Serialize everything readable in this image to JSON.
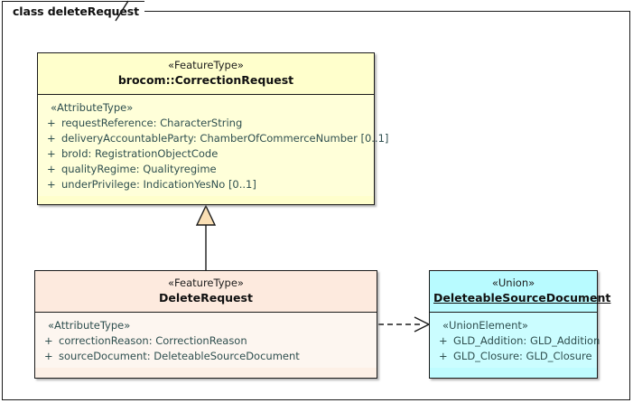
{
  "diagram": {
    "tab_label": "class deleteRequest",
    "colors": {
      "border": "#1a1a1a",
      "feature_type_yellow": "#ffffcc",
      "feature_type_peach": "#fdf0e6",
      "union_cyan": "#bffcff",
      "generalization_fill": "#fadfb4",
      "attribute_text": "#2f4f4f"
    }
  },
  "classes": {
    "correction_request": {
      "stereotype": "«FeatureType»",
      "name": "brocom::CorrectionRequest",
      "compartment_stereotype": "«AttributeType»",
      "attributes": [
        {
          "visibility": "+",
          "text": "requestReference: CharacterString"
        },
        {
          "visibility": "+",
          "text": "deliveryAccountableParty: ChamberOfCommerceNumber [0..1]"
        },
        {
          "visibility": "+",
          "text": "broId: RegistrationObjectCode"
        },
        {
          "visibility": "+",
          "text": "qualityRegime: Qualityregime"
        },
        {
          "visibility": "+",
          "text": "underPrivilege: IndicationYesNo [0..1]"
        }
      ]
    },
    "delete_request": {
      "stereotype": "«FeatureType»",
      "name": "DeleteRequest",
      "compartment_stereotype": "«AttributeType»",
      "attributes": [
        {
          "visibility": "+",
          "text": "correctionReason: CorrectionReason"
        },
        {
          "visibility": "+",
          "text": "sourceDocument: DeleteableSourceDocument"
        }
      ]
    },
    "deleteable_source_document": {
      "stereotype": "«Union»",
      "name": "DeleteableSourceDocument",
      "compartment_stereotype": "«UnionElement»",
      "attributes": [
        {
          "visibility": "+",
          "text": "GLD_Addition: GLD_Addition"
        },
        {
          "visibility": "+",
          "text": "GLD_Closure: GLD_Closure"
        }
      ]
    }
  },
  "relationships": [
    {
      "kind": "generalization",
      "from": "DeleteRequest",
      "to": "brocom::CorrectionRequest"
    },
    {
      "kind": "dependency",
      "from": "DeleteRequest",
      "to": "DeleteableSourceDocument"
    }
  ]
}
